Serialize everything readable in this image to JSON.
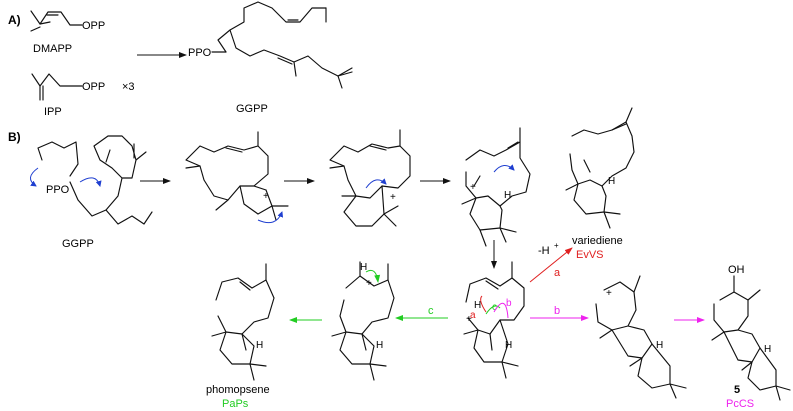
{
  "panels": {
    "a": "A)",
    "b": "B)"
  },
  "labels": {
    "dmapp": "DMAPP",
    "ipp": "IPP",
    "times3": "×3",
    "ggpp_a": "GGPP",
    "ggpp_b": "GGPP",
    "opp1": "OPP",
    "opp2": "OPP",
    "ppo_top": "PPO",
    "ppo_b": "PPO",
    "h_minus": "-H",
    "h_plus": "+",
    "variediene": "variediene",
    "evvs": "EvVS",
    "phomopsene": "phomopsene",
    "paps": "PaPs",
    "cmpd5": "5",
    "pccs": "PcCS",
    "oh": "OH",
    "path_a": "a",
    "path_b": "b",
    "path_c": "c",
    "h1": "H",
    "h2": "H",
    "h3": "H",
    "h4": "H",
    "h5": "H",
    "h6": "H",
    "h7": "H",
    "h8": "H",
    "h9": "H"
  },
  "colors": {
    "ink": "#111111",
    "red": "#e02020",
    "green": "#22cc22",
    "magenta": "#ee22ee",
    "blue": "#1f3fd0"
  }
}
